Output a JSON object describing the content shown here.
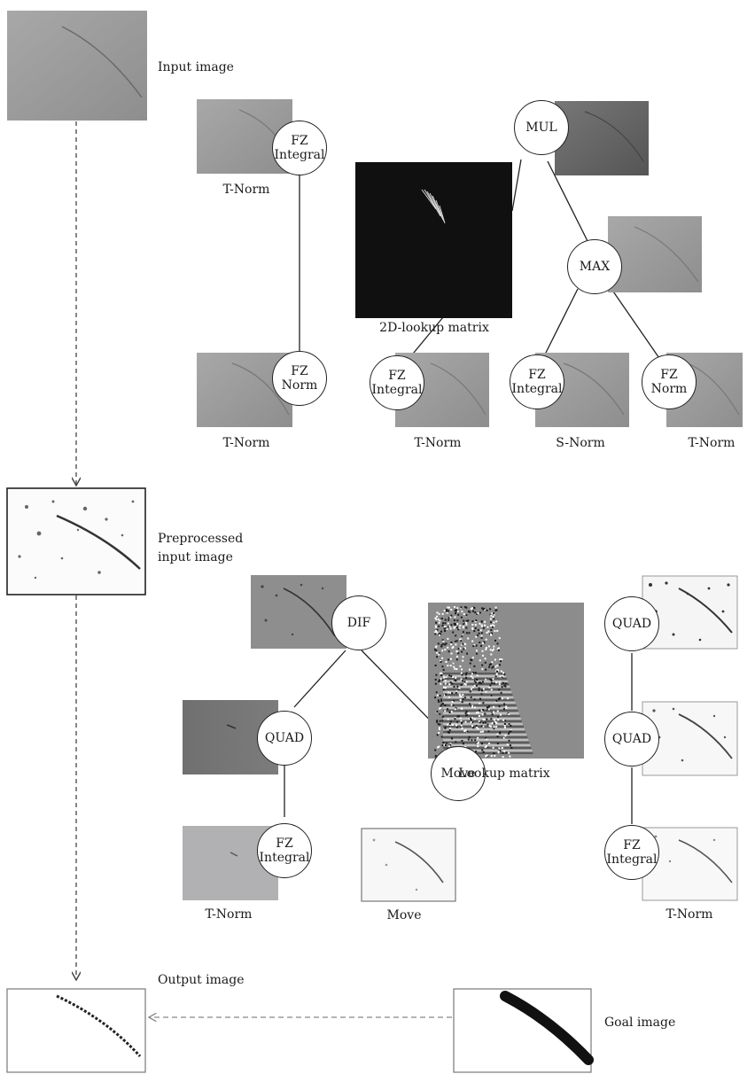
{
  "images": {
    "input": "Input image",
    "preprocessed": "Preprocessed\ninput image",
    "output": "Output image",
    "goal": "Goal image"
  },
  "matrices": {
    "lookup_2d": "2D-lookup matrix",
    "lookup": "Lookup matrix"
  },
  "tree1": {
    "fz_integral_root": "FZ\nIntegral",
    "fz_norm_child": "FZ\nNorm",
    "mul": "MUL",
    "max": "MAX",
    "fz_integral_a": "FZ\nIntegral",
    "fz_integral_b": "FZ\nIntegral",
    "fz_norm_b": "FZ\nNorm",
    "label_root": "T-Norm",
    "label_child": "T-Norm",
    "label_a": "T-Norm",
    "label_b": "S-Norm",
    "label_c": "T-Norm"
  },
  "tree2": {
    "dif": "DIF",
    "quad": "QUAD",
    "fz_integral": "FZ\nIntegral",
    "move": "Move",
    "label_left": "T-Norm",
    "label_move": "Move"
  },
  "tree3": {
    "quad_top": "QUAD",
    "quad_mid": "QUAD",
    "fz_integral": "FZ\nIntegral",
    "label_bottom": "T-Norm"
  },
  "colors": {
    "node_border": "#222222",
    "arrow": "#444444",
    "arrow_light": "#888888",
    "photo_gray": "#9a9a9a",
    "dark_matrix": "#111111",
    "lookup_bg": "#8c8c8c"
  }
}
